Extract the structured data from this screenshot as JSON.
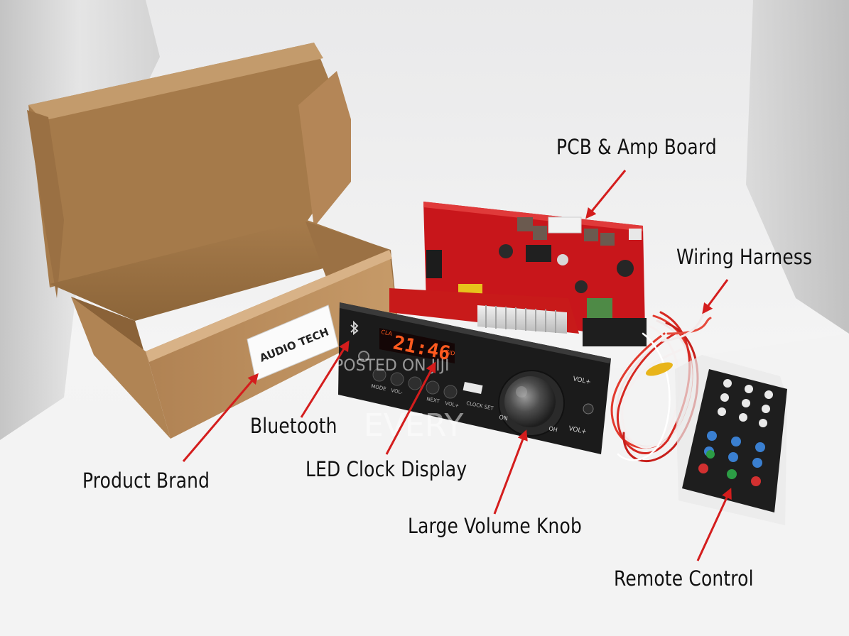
{
  "labels": {
    "pcb": "PCB & Amp Board",
    "wiring": "Wiring Harness",
    "bluetooth": "Bluetooth",
    "brand": "Product Brand",
    "led": "LED Clock Display",
    "knob": "Large Volume Knob",
    "remote": "Remote Control"
  },
  "box_sticker": "AUDIO TECH",
  "panel": {
    "clock": "21:46",
    "clock_left": "CLA",
    "clock_right": "CID",
    "btn_mode": "MODE",
    "btn_vol_minus": "VOL-",
    "btn_next": "NEXT",
    "btn_vol": "VOL+",
    "clock_set": "CLOCK SET",
    "vol_plus_top": "VOL+",
    "vol_plus_bottom": "VOL+",
    "knob_on": "ON",
    "knob_off": "OH"
  },
  "watermark": {
    "line1": "POSTED ON JIJI",
    "line2": "EVERY"
  },
  "colors": {
    "background": "#f2f2f2",
    "cardboard": "#b98c5a",
    "pcb_red": "#c8161b",
    "panel_black": "#1b1b1b",
    "led_red": "#ff5a1f",
    "arrow_red": "#d41d1d"
  }
}
